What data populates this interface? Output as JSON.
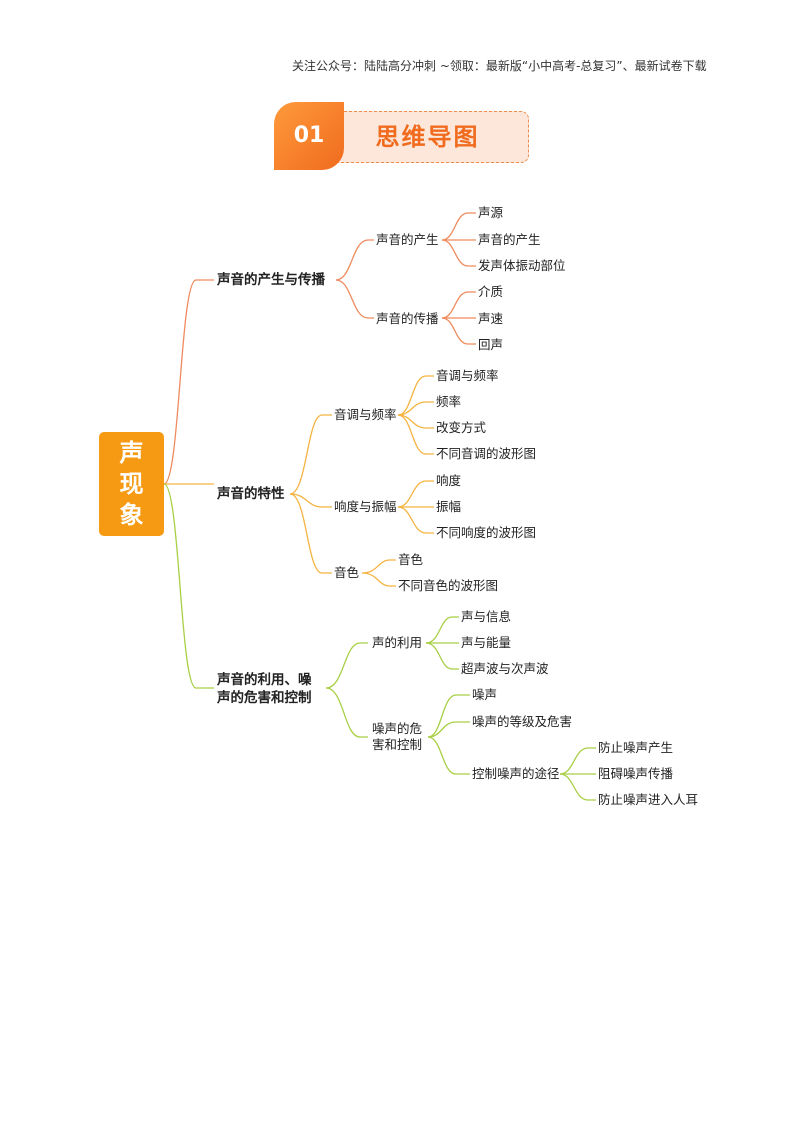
{
  "header": {
    "text": "关注公众号：陆陆高分冲刺 ~领取：最新版“小中高考-总复习”、最新试卷下载"
  },
  "banner": {
    "number": "01",
    "title": "思维导图"
  },
  "root": {
    "chars": [
      "声",
      "现",
      "象"
    ]
  },
  "branches": [
    {
      "label": "声音的产生与传播",
      "children": [
        {
          "label": "声音的产生",
          "children": [
            "声源",
            "声音的产生",
            "发声体振动部位"
          ]
        },
        {
          "label": "声音的传播",
          "children": [
            "介质",
            "声速",
            "回声"
          ]
        }
      ]
    },
    {
      "label": "声音的特性",
      "children": [
        {
          "label": "音调与频率",
          "children": [
            "音调与频率",
            "频率",
            "改变方式",
            "不同音调的波形图"
          ]
        },
        {
          "label": "响度与振幅",
          "children": [
            "响度",
            "振幅",
            "不同响度的波形图"
          ]
        },
        {
          "label": "音色",
          "children": [
            "音色",
            "不同音色的波形图"
          ]
        }
      ]
    },
    {
      "label_lines": [
        "声音的利用、噪",
        "声的危害和控制"
      ],
      "children": [
        {
          "label": "声的利用",
          "children": [
            "声与信息",
            "声与能量",
            "超声波与次声波"
          ]
        },
        {
          "label_lines": [
            "噪声的危",
            "害和控制"
          ],
          "children": [
            {
              "label": "噪声"
            },
            {
              "label": "噪声的等级及危害"
            },
            {
              "label": "控制噪声的途径",
              "children": [
                "防止噪声产生",
                "阻碍噪声传播",
                "防止噪声进入人耳"
              ]
            }
          ]
        }
      ]
    }
  ],
  "colors": {
    "branch1": "#ef8a5e",
    "branch2": "#f5b341",
    "branch3": "#a8cf45",
    "root": "#f59a12",
    "banner": "#f06b1e"
  }
}
